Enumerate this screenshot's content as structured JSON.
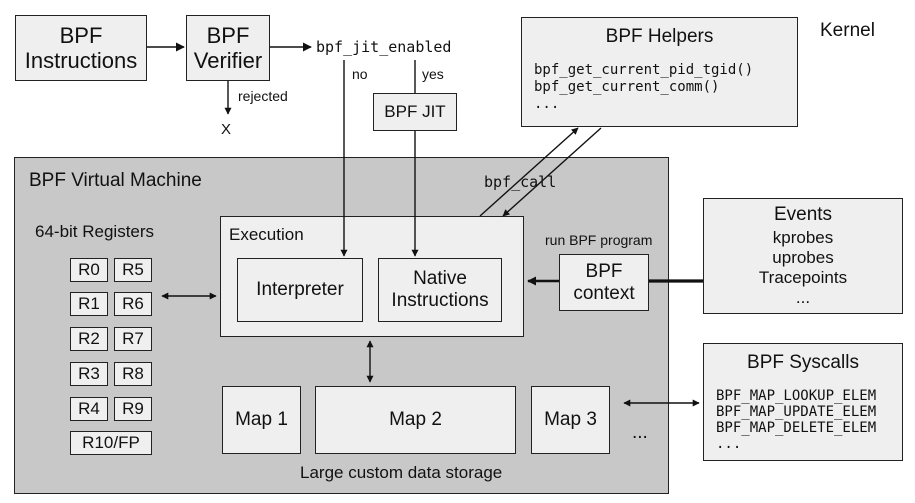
{
  "kernel_label": "Kernel",
  "bpf_instructions": [
    "BPF",
    "Instructions"
  ],
  "bpf_verifier": [
    "BPF",
    "Verifier"
  ],
  "jit_flag": "bpf_jit_enabled",
  "rejected_label": "rejected",
  "reject_mark": "X",
  "no_label": "no",
  "yes_label": "yes",
  "bpf_jit": "BPF JIT",
  "helpers": {
    "title": "BPF Helpers",
    "items": [
      "bpf_get_current_pid_tgid()",
      "bpf_get_current_comm()",
      "..."
    ]
  },
  "bpf_call": "bpf_call",
  "vm": {
    "title": "BPF Virtual Machine",
    "registers_title": "64-bit Registers",
    "registers": [
      "R0",
      "R5",
      "R1",
      "R6",
      "R2",
      "R7",
      "R3",
      "R8",
      "R4",
      "R9",
      "R10/FP"
    ],
    "execution": {
      "title": "Execution",
      "interpreter": "Interpreter",
      "native": [
        "Native",
        "Instructions"
      ]
    },
    "maps": [
      "Map 1",
      "Map 2",
      "Map 3"
    ],
    "maps_more": "...",
    "storage_label": "Large custom data storage"
  },
  "run_label": "run BPF program",
  "context": [
    "BPF",
    "context"
  ],
  "events": {
    "title": "Events",
    "items": [
      "kprobes",
      "uprobes",
      "Tracepoints",
      "..."
    ]
  },
  "syscalls": {
    "title": "BPF Syscalls",
    "items": [
      "BPF_MAP_LOOKUP_ELEM",
      "BPF_MAP_UPDATE_ELEM",
      "BPF_MAP_DELETE_ELEM",
      "..."
    ]
  }
}
